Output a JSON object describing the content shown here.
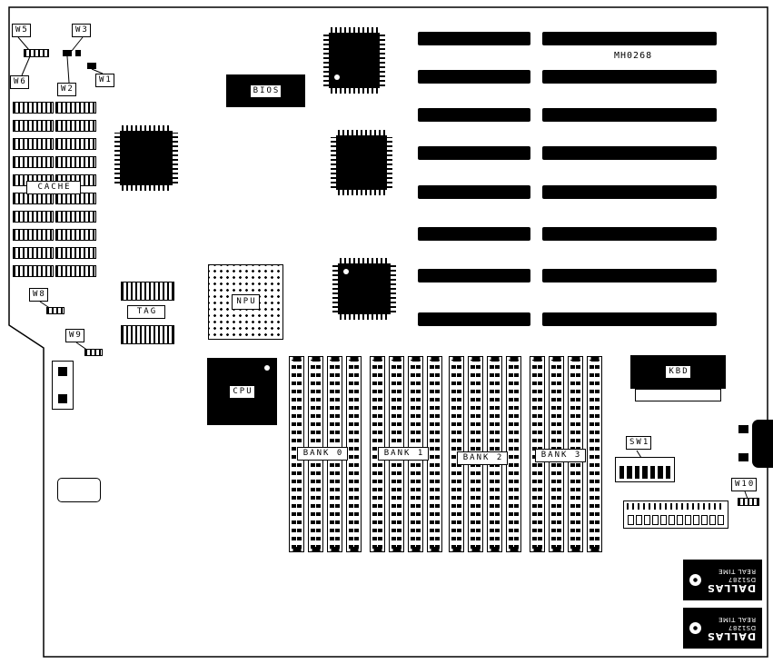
{
  "part_number": "MH0268",
  "jumpers": {
    "w1": "W1",
    "w2": "W2",
    "w3": "W3",
    "w5": "W5",
    "w6": "W6",
    "w8": "W8",
    "w9": "W9",
    "w10": "W10"
  },
  "components": {
    "bios": "BIOS",
    "cache": "CACHE",
    "tag": "TAG",
    "npu": "NPU",
    "cpu": "CPU",
    "kbd": "KBD",
    "sw1": "SW1"
  },
  "memory_banks": [
    "BANK 0",
    "BANK 1",
    "BANK 2",
    "BANK 3"
  ],
  "rtc_chip": {
    "brand": "DALLAS",
    "model": "DS1287",
    "function": "REAL TIME"
  }
}
